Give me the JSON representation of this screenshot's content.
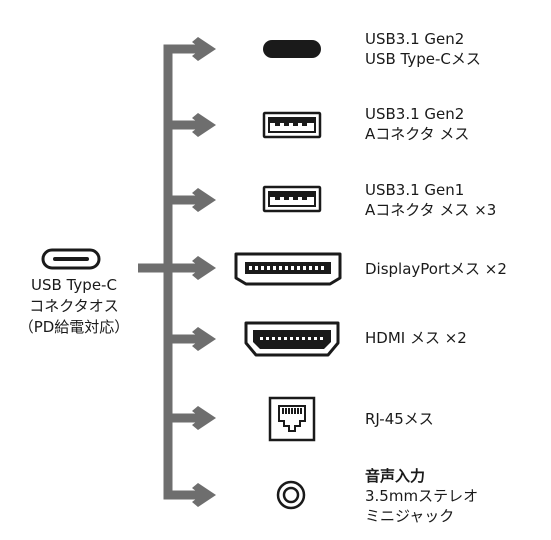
{
  "source": {
    "lines": [
      "USB Type-C",
      "コネクタオス",
      "（PD給電対応）"
    ],
    "icon": "usb-c-connector-icon"
  },
  "ports": [
    {
      "icon": "usb-c-port-icon",
      "lines": [
        "USB3.1 Gen2",
        "USB Type-Cメス"
      ],
      "bold": [
        false,
        false
      ]
    },
    {
      "icon": "usb-a-port-icon",
      "lines": [
        "USB3.1 Gen2",
        "Aコネクタ メス"
      ],
      "bold": [
        false,
        false
      ]
    },
    {
      "icon": "usb-a-port-icon",
      "lines": [
        "USB3.1 Gen1",
        "Aコネクタ メス ×3"
      ],
      "bold": [
        false,
        false
      ]
    },
    {
      "icon": "displayport-icon",
      "lines": [
        "DisplayPortメス ×2"
      ],
      "bold": [
        false
      ]
    },
    {
      "icon": "hdmi-port-icon",
      "lines": [
        "HDMI メス ×2"
      ],
      "bold": [
        false
      ]
    },
    {
      "icon": "rj45-port-icon",
      "lines": [
        "RJ-45メス"
      ],
      "bold": [
        false
      ]
    },
    {
      "icon": "audio-jack-icon",
      "lines": [
        "音声入力",
        "3.5mmステレオ",
        "ミニジャック"
      ],
      "bold": [
        true,
        false,
        false
      ]
    }
  ],
  "colors": {
    "line": "#6e6e6e",
    "icon": "#1a1a1a"
  }
}
